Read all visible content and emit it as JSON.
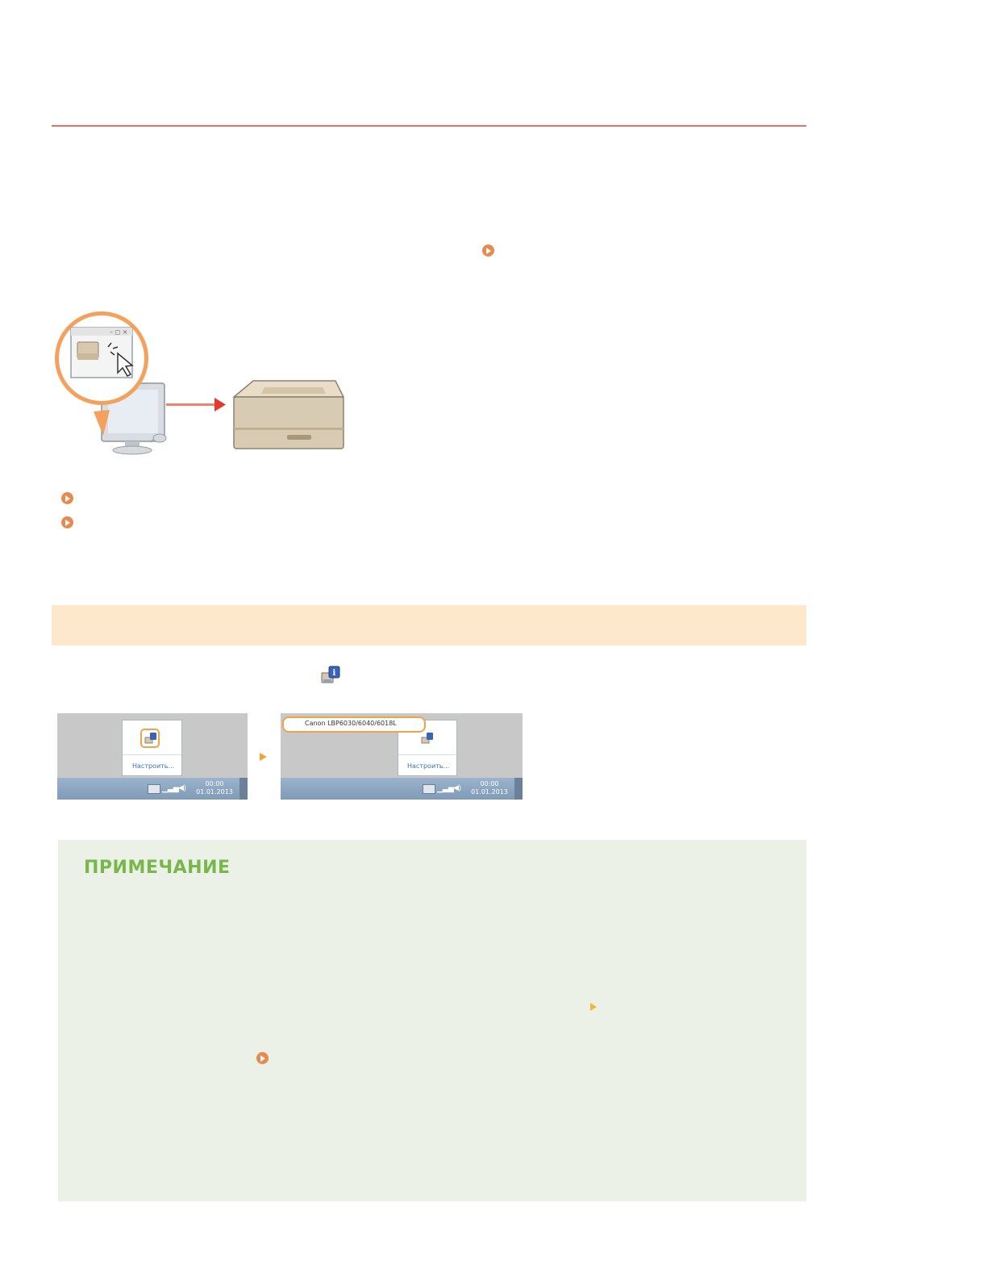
{
  "tray_menu": {
    "configure_label": "Настроить...",
    "printer_name": "Canon LBP6030/6040/6018L",
    "clock_time": "00:00",
    "clock_date": "01.01.2013"
  },
  "note": {
    "title": "ПРИМЕЧАНИЕ"
  },
  "colors": {
    "heading_rule": "#e0746a",
    "link_icon": "#e88a4e",
    "section_band": "#fde8cc",
    "note_background": "#ebf1e6",
    "note_title": "#78b84a",
    "highlight": "#f0a34a"
  }
}
